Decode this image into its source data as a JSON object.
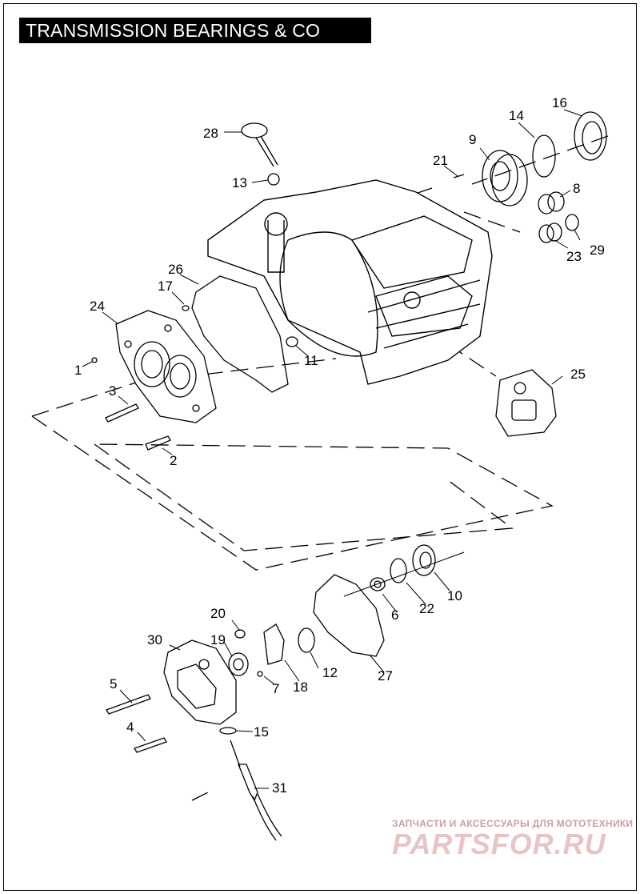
{
  "title": "TRANSMISSION BEARINGS & CO VERS",
  "callouts": [
    {
      "num": "1"
    },
    {
      "num": "2"
    },
    {
      "num": "3"
    },
    {
      "num": "4"
    },
    {
      "num": "5"
    },
    {
      "num": "6"
    },
    {
      "num": "7"
    },
    {
      "num": "8"
    },
    {
      "num": "9"
    },
    {
      "num": "10"
    },
    {
      "num": "11"
    },
    {
      "num": "12"
    },
    {
      "num": "13"
    },
    {
      "num": "14"
    },
    {
      "num": "15"
    },
    {
      "num": "16"
    },
    {
      "num": "17"
    },
    {
      "num": "18"
    },
    {
      "num": "19"
    },
    {
      "num": "20"
    },
    {
      "num": "21"
    },
    {
      "num": "22"
    },
    {
      "num": "23"
    },
    {
      "num": "24"
    },
    {
      "num": "25"
    },
    {
      "num": "26"
    },
    {
      "num": "27"
    },
    {
      "num": "28"
    },
    {
      "num": "29"
    },
    {
      "num": "30"
    },
    {
      "num": "31"
    }
  ],
  "watermark": {
    "line1": "ЗАПЧАСТИ И АКСЕССУАРЫ ДЛЯ МОТОТЕХНИКИ",
    "line2": "PARTSFOR.RU"
  }
}
